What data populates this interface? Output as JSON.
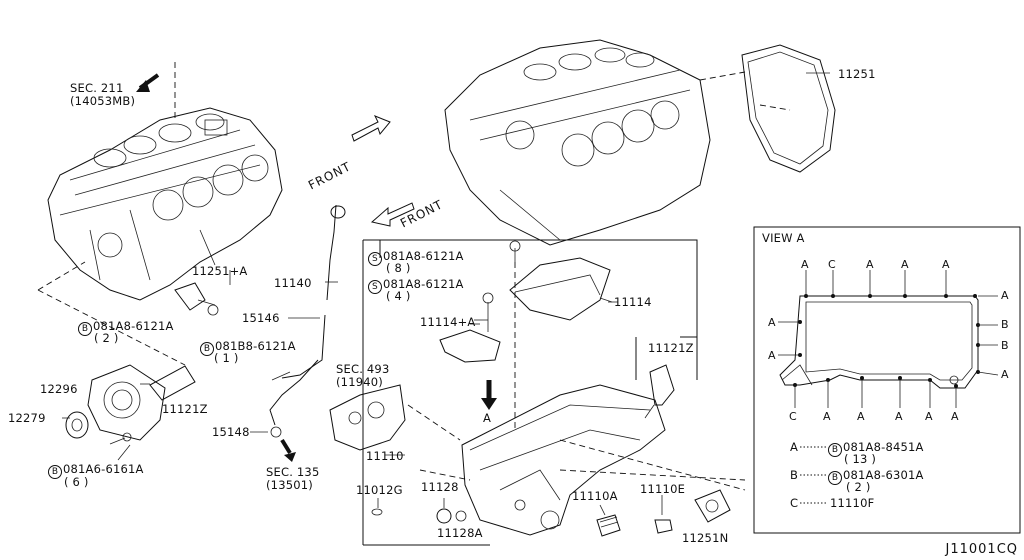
{
  "diagram": {
    "code": "J11001CQ",
    "front_label": "FRONT",
    "sec211": "SEC. 211",
    "sec211_sub": "(14053MB)",
    "sec493": "SEC. 493",
    "sec493_sub": "(11940)",
    "sec135": "SEC. 135",
    "sec135_sub": "(13501)",
    "arrow_a": "A"
  },
  "parts": {
    "p11251": "11251",
    "p11251A": "11251+A",
    "p081A8_6121A_2": "081A8-6121A",
    "p081A8_6121A_2_qty": "( 2 )",
    "p11140": "11140",
    "p15146": "15146",
    "p081B8_6121A": "081B8-6121A",
    "p081B8_6121A_qty": "( 1 )",
    "p12296": "12296",
    "p12279": "12279",
    "p11121Z_left": "11121Z",
    "p081A6_6161A": "081A6-6161A",
    "p081A6_6161A_qty": "( 6 )",
    "p15148": "15148",
    "s081A8_8": "081A8-6121A",
    "s081A8_8_qty": "( 8 )",
    "s081A8_4": "081A8-6121A",
    "s081A8_4_qty": "( 4 )",
    "p11114": "11114",
    "p11114A": "11114+A",
    "p11121Z_right": "11121Z",
    "p11110": "11110",
    "p11012G": "11012G",
    "p11128": "11128",
    "p11128A": "11128A",
    "p11110A": "11110A",
    "p11110E": "11110E",
    "p11251N": "11251N",
    "circle_b": "B",
    "circle_s": "S"
  },
  "view_a": {
    "title": "VIEW A",
    "letters_top": [
      "A",
      "C",
      "A",
      "A",
      "A"
    ],
    "letter_right_top": "A",
    "letter_right_b1": "B",
    "letter_right_b2": "B",
    "letter_right_bottom": "A",
    "letter_left_1": "A",
    "letter_left_2": "A",
    "letters_bottom": [
      "C",
      "A",
      "A",
      "A",
      "A",
      "A"
    ],
    "legend": [
      {
        "key": "A",
        "circle": "B",
        "part": "081A8-8451A",
        "qty": "( 13 )"
      },
      {
        "key": "B",
        "circle": "B",
        "part": "081A8-6301A",
        "qty": "( 2 )"
      },
      {
        "key": "C",
        "circle": "",
        "part": "11110F",
        "qty": ""
      }
    ]
  }
}
